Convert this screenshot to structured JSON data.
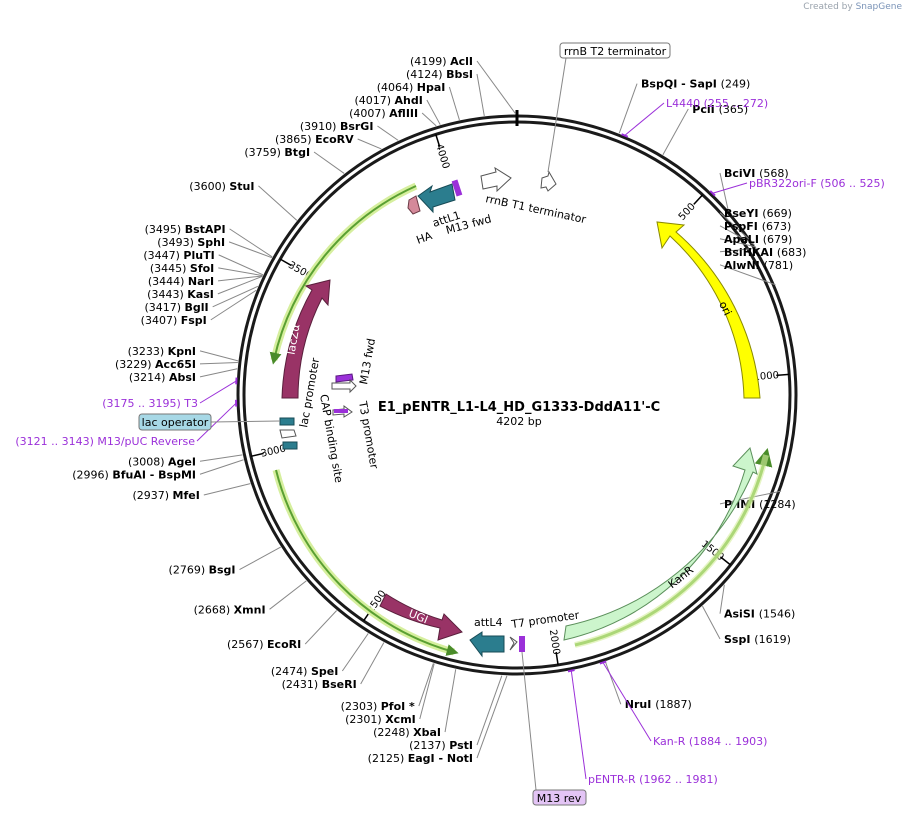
{
  "credit": {
    "prefix": "Created by",
    "brand": "SnapGene"
  },
  "plasmid": {
    "name": "E1_pENTR_L1-L4_HD_G1333-DddA11'-C",
    "length_label": "4202 bp",
    "length": 4202
  },
  "ticks": [
    {
      "pos": 500,
      "label": "500"
    },
    {
      "pos": 1000,
      "label": "1000"
    },
    {
      "pos": 1500,
      "label": "1500"
    },
    {
      "pos": 2000,
      "label": "2000"
    },
    {
      "pos": 2500,
      "label": "2500"
    },
    {
      "pos": 3000,
      "label": "3000"
    },
    {
      "pos": 3500,
      "label": "3500"
    },
    {
      "pos": 4000,
      "label": "4000"
    }
  ],
  "sites": [
    {
      "pos": 4199,
      "text": "(4199)",
      "name": "AclI"
    },
    {
      "pos": 4124,
      "text": "(4124)",
      "name": "BbsI"
    },
    {
      "pos": 4064,
      "text": "(4064)",
      "name": "HpaI"
    },
    {
      "pos": 4017,
      "text": "(4017)",
      "name": "AhdI"
    },
    {
      "pos": 4007,
      "text": "(4007)",
      "name": "AflIII"
    },
    {
      "pos": 3910,
      "text": "(3910)",
      "name": "BsrGI"
    },
    {
      "pos": 3865,
      "text": "(3865)",
      "name": "EcoRV"
    },
    {
      "pos": 3759,
      "text": "(3759)",
      "name": "BtgI"
    },
    {
      "pos": 3600,
      "text": "(3600)",
      "name": "StuI"
    },
    {
      "pos": 3495,
      "text": "(3495)",
      "name": "BstAPI"
    },
    {
      "pos": 3493,
      "text": "(3493)",
      "name": "SphI"
    },
    {
      "pos": 3447,
      "text": "(3447)",
      "name": "PluTI"
    },
    {
      "pos": 3445,
      "text": "(3445)",
      "name": "SfoI"
    },
    {
      "pos": 3444,
      "text": "(3444)",
      "name": "NarI"
    },
    {
      "pos": 3443,
      "text": "(3443)",
      "name": "KasI"
    },
    {
      "pos": 3417,
      "text": "(3417)",
      "name": "BglI"
    },
    {
      "pos": 3407,
      "text": "(3407)",
      "name": "FspI"
    },
    {
      "pos": 3233,
      "text": "(3233)",
      "name": "KpnI"
    },
    {
      "pos": 3229,
      "text": "(3229)",
      "name": "Acc65I"
    },
    {
      "pos": 3214,
      "text": "(3214)",
      "name": "AbsI"
    },
    {
      "pos": 3008,
      "text": "(3008)",
      "name": "AgeI"
    },
    {
      "pos": 2996,
      "text": "(2996)",
      "name": "BfuAI - BspMI"
    },
    {
      "pos": 2937,
      "text": "(2937)",
      "name": "MfeI"
    },
    {
      "pos": 2769,
      "text": "(2769)",
      "name": "BsgI"
    },
    {
      "pos": 2668,
      "text": "(2668)",
      "name": "XmnI"
    },
    {
      "pos": 2567,
      "text": "(2567)",
      "name": "EcoRI"
    },
    {
      "pos": 2474,
      "text": "(2474)",
      "name": "SpeI"
    },
    {
      "pos": 2431,
      "text": "(2431)",
      "name": "BseRI"
    },
    {
      "pos": 2303,
      "text": "(2303)",
      "name": "PfoI *"
    },
    {
      "pos": 2301,
      "text": "(2301)",
      "name": "XcmI"
    },
    {
      "pos": 2248,
      "text": "(2248)",
      "name": "XbaI"
    },
    {
      "pos": 2137,
      "text": "(2137)",
      "name": "PstI"
    },
    {
      "pos": 2125,
      "text": "(2125)",
      "name": "EagI - NotI"
    },
    {
      "pos": 249,
      "text": "(249)",
      "name": "BspQI - SapI"
    },
    {
      "pos": 365,
      "text": "(365)",
      "name": "PciI"
    },
    {
      "pos": 568,
      "text": "(568)",
      "name": "BciVI"
    },
    {
      "pos": 669,
      "text": "(669)",
      "name": "BseYI"
    },
    {
      "pos": 673,
      "text": "(673)",
      "name": "PspFI"
    },
    {
      "pos": 679,
      "text": "(679)",
      "name": "ApaLI"
    },
    {
      "pos": 683,
      "text": "(683)",
      "name": "BsiHKAI"
    },
    {
      "pos": 781,
      "text": "(781)",
      "name": "AlwNI"
    },
    {
      "pos": 1284,
      "text": "(1284)",
      "name": "PflMI"
    },
    {
      "pos": 1546,
      "text": "(1546)",
      "name": "AsiSI"
    },
    {
      "pos": 1619,
      "text": "(1619)",
      "name": "SspI"
    },
    {
      "pos": 1887,
      "text": "(1887)",
      "name": "NruI"
    }
  ],
  "primers": [
    {
      "name": "L4440",
      "range": "(255 .. 272)",
      "pos": 263
    },
    {
      "name": "pBR322ori-F",
      "range": "(506 .. 525)",
      "pos": 515
    },
    {
      "name": "Kan-R",
      "range": "(1884 .. 1903)",
      "pos": 1893
    },
    {
      "name": "pENTR-R",
      "range": "(1962 .. 1981)",
      "pos": 1971
    },
    {
      "name": "T3",
      "range": "(3175 .. 3195)",
      "pos": 3185
    },
    {
      "name": "M13/pUC Reverse",
      "range": "(3121 .. 3143)",
      "pos": 3132
    }
  ],
  "boxed_labels": [
    {
      "name": "rrnB T2 terminator",
      "pos": 4170
    },
    {
      "name": "M13 rev",
      "pos": 2090
    },
    {
      "name": "lac operator",
      "pos": 3100
    }
  ],
  "features": [
    {
      "name": "ori",
      "start": 560,
      "end": 1150,
      "dir": "ccw",
      "color": "#ffff00"
    },
    {
      "name": "KanR",
      "start": 1210,
      "end": 1980,
      "dir": "ccw",
      "color": "#ccf5cc"
    },
    {
      "name": "lacZα",
      "start": 3230,
      "end": 3610,
      "dir": "cw",
      "color": "#993366"
    },
    {
      "name": "UGI",
      "start": 2430,
      "end": 2630,
      "dir": "ccw",
      "color": "#993366"
    }
  ],
  "feature_labels": [
    "attL1",
    "M13 fwd",
    "rrnB T1 terminator",
    "HA",
    "attL4",
    "T7 promoter",
    "M13 fwd",
    "T3 promoter",
    "lac promoter",
    "CAP binding site"
  ]
}
